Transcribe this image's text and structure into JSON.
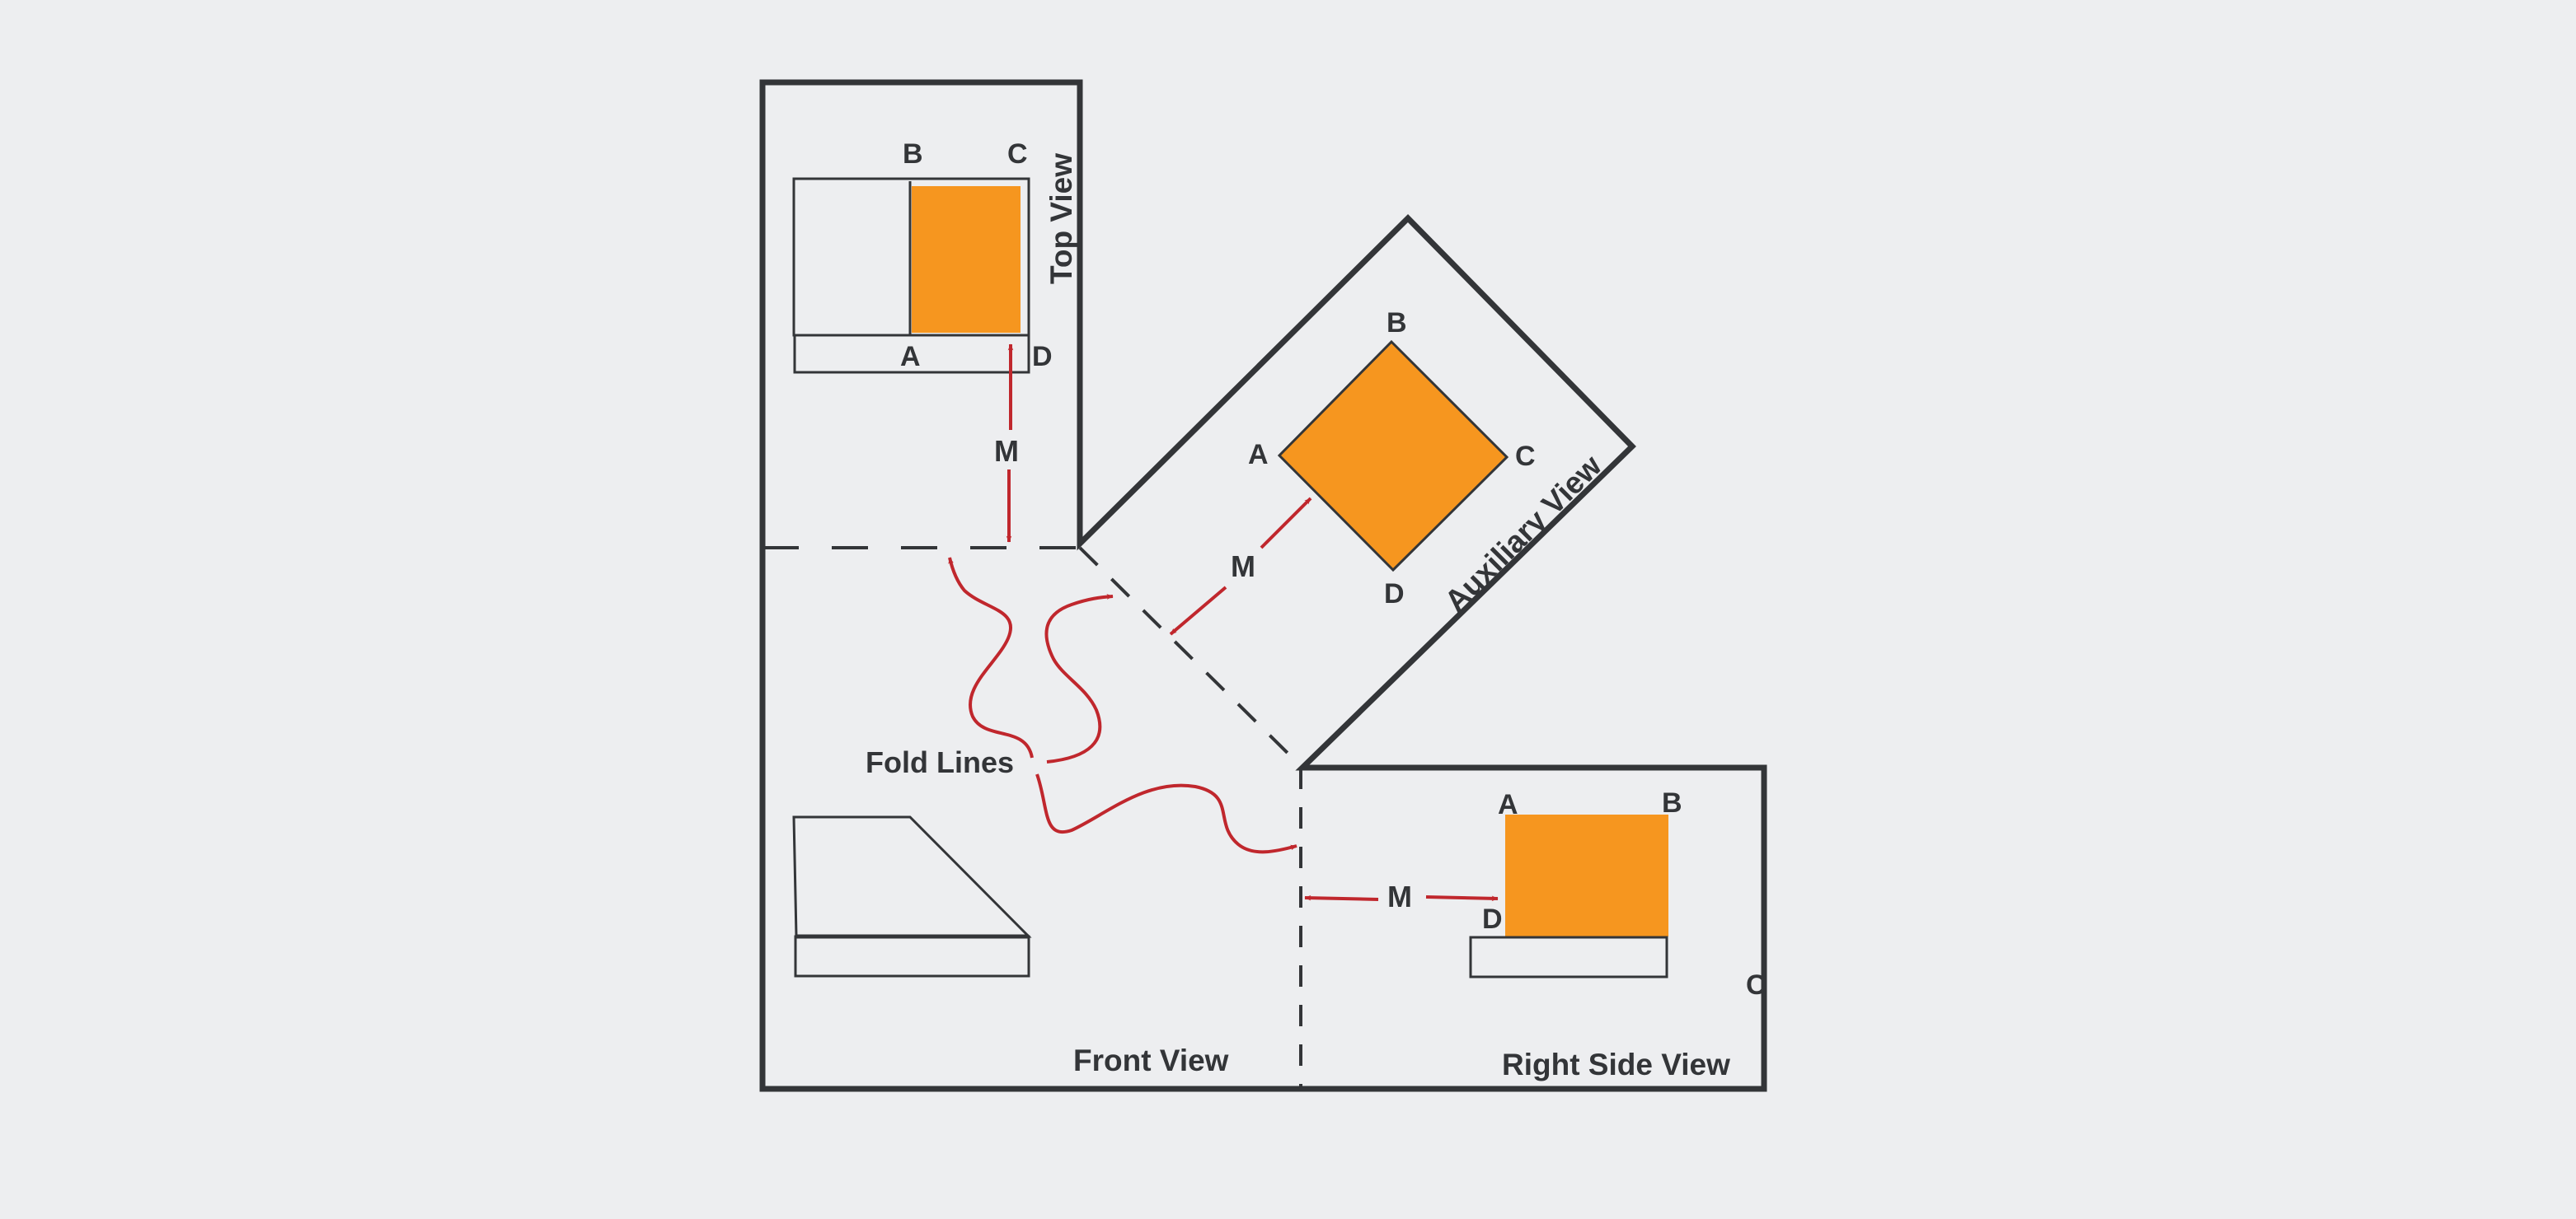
{
  "colors": {
    "background": "#edeef0",
    "outline": "#333538",
    "fill": "#f6961f",
    "arrow": "#c0272d"
  },
  "views": {
    "top": "Top View",
    "auxiliary": "Auxiliary View",
    "front": "Front View",
    "right_side": "Right Side View"
  },
  "points": {
    "top": {
      "a": "A",
      "b": "B",
      "c": "C",
      "d": "D"
    },
    "auxiliary": {
      "a": "A",
      "b": "B",
      "c": "C",
      "d": "D"
    },
    "right_side": {
      "a": "A",
      "b": "B",
      "c": "C",
      "d": "D"
    }
  },
  "annotations": {
    "fold_lines": "Fold Lines",
    "distance": "M"
  }
}
